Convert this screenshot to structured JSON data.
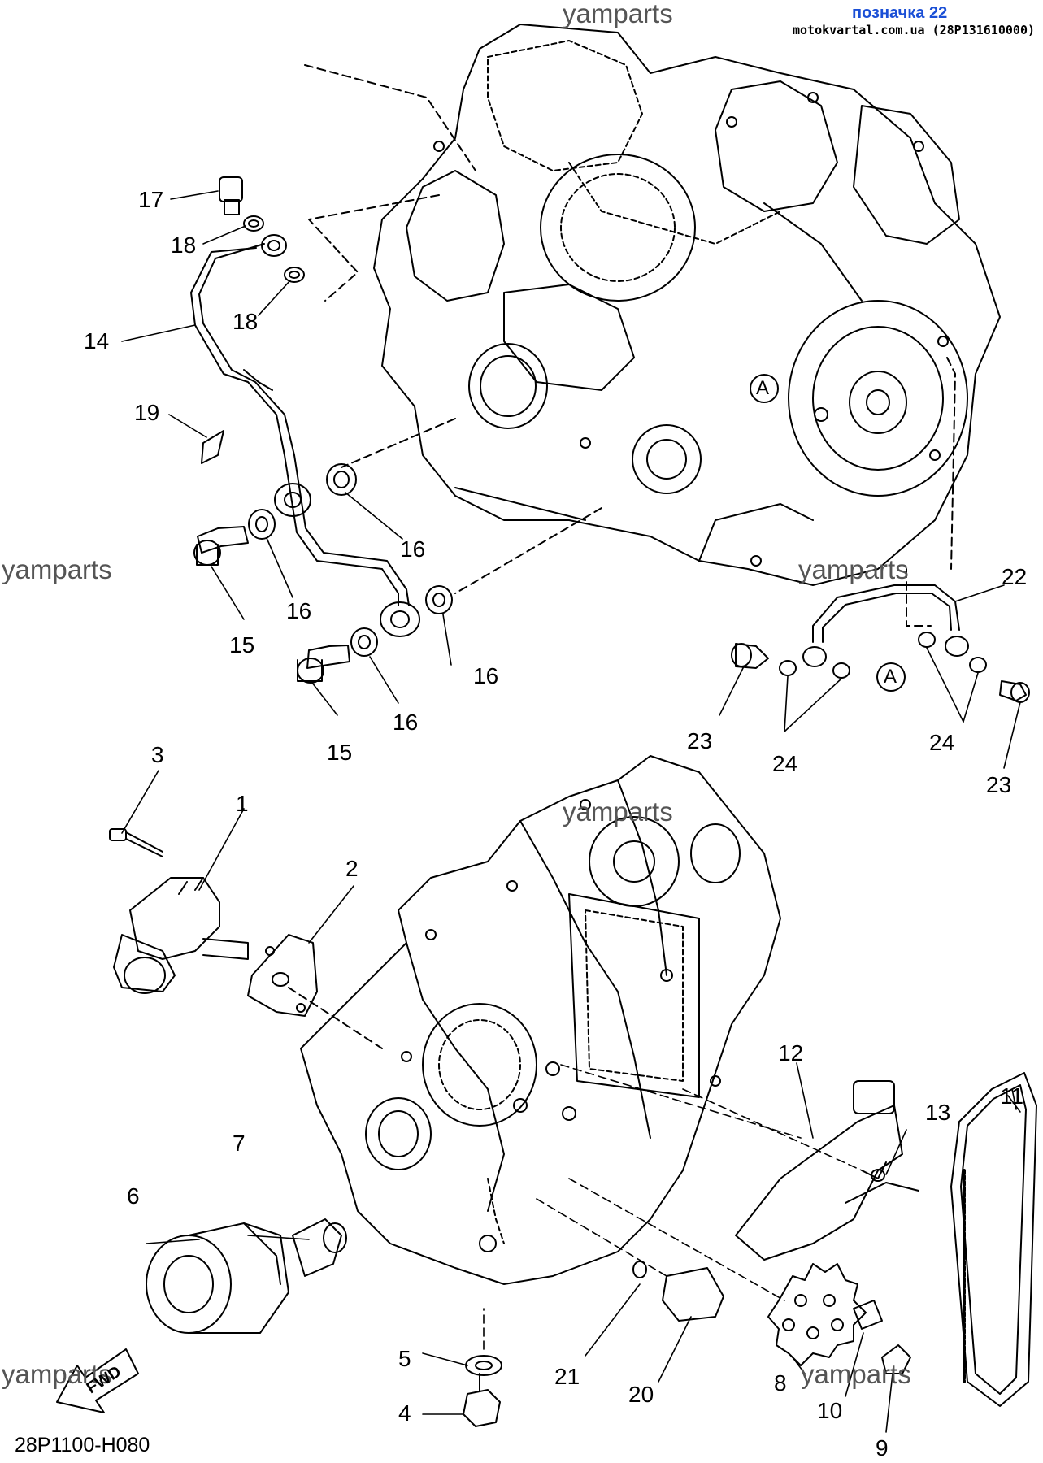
{
  "header": {
    "tag_label": "позначка 22",
    "source": "motokvartal.com.ua (28P131610000)"
  },
  "watermarks": [
    "yamparts",
    "yamparts",
    "yamparts",
    "yamparts",
    "yamparts",
    "yamparts"
  ],
  "diagram_code": "28P1100-H080",
  "fwd_label": "FWD",
  "ref_marker": "A",
  "callouts": [
    {
      "id": "c17",
      "text": "17"
    },
    {
      "id": "c18a",
      "text": "18"
    },
    {
      "id": "c18b",
      "text": "18"
    },
    {
      "id": "c14",
      "text": "14"
    },
    {
      "id": "c19",
      "text": "19"
    },
    {
      "id": "c16a",
      "text": "16"
    },
    {
      "id": "c16b",
      "text": "16"
    },
    {
      "id": "c16c",
      "text": "16"
    },
    {
      "id": "c16d",
      "text": "16"
    },
    {
      "id": "c15a",
      "text": "15"
    },
    {
      "id": "c15b",
      "text": "15"
    },
    {
      "id": "c22",
      "text": "22"
    },
    {
      "id": "c23a",
      "text": "23"
    },
    {
      "id": "c24a",
      "text": "24"
    },
    {
      "id": "c24b",
      "text": "24"
    },
    {
      "id": "c23b",
      "text": "23"
    },
    {
      "id": "c3",
      "text": "3"
    },
    {
      "id": "c1",
      "text": "1"
    },
    {
      "id": "c2",
      "text": "2"
    },
    {
      "id": "c12",
      "text": "12"
    },
    {
      "id": "c13",
      "text": "13"
    },
    {
      "id": "c11",
      "text": "11"
    },
    {
      "id": "c7",
      "text": "7"
    },
    {
      "id": "c6",
      "text": "6"
    },
    {
      "id": "c21",
      "text": "21"
    },
    {
      "id": "c5",
      "text": "5"
    },
    {
      "id": "c20",
      "text": "20"
    },
    {
      "id": "c8",
      "text": "8"
    },
    {
      "id": "c10",
      "text": "10"
    },
    {
      "id": "c9",
      "text": "9"
    },
    {
      "id": "c4",
      "text": "4"
    }
  ]
}
